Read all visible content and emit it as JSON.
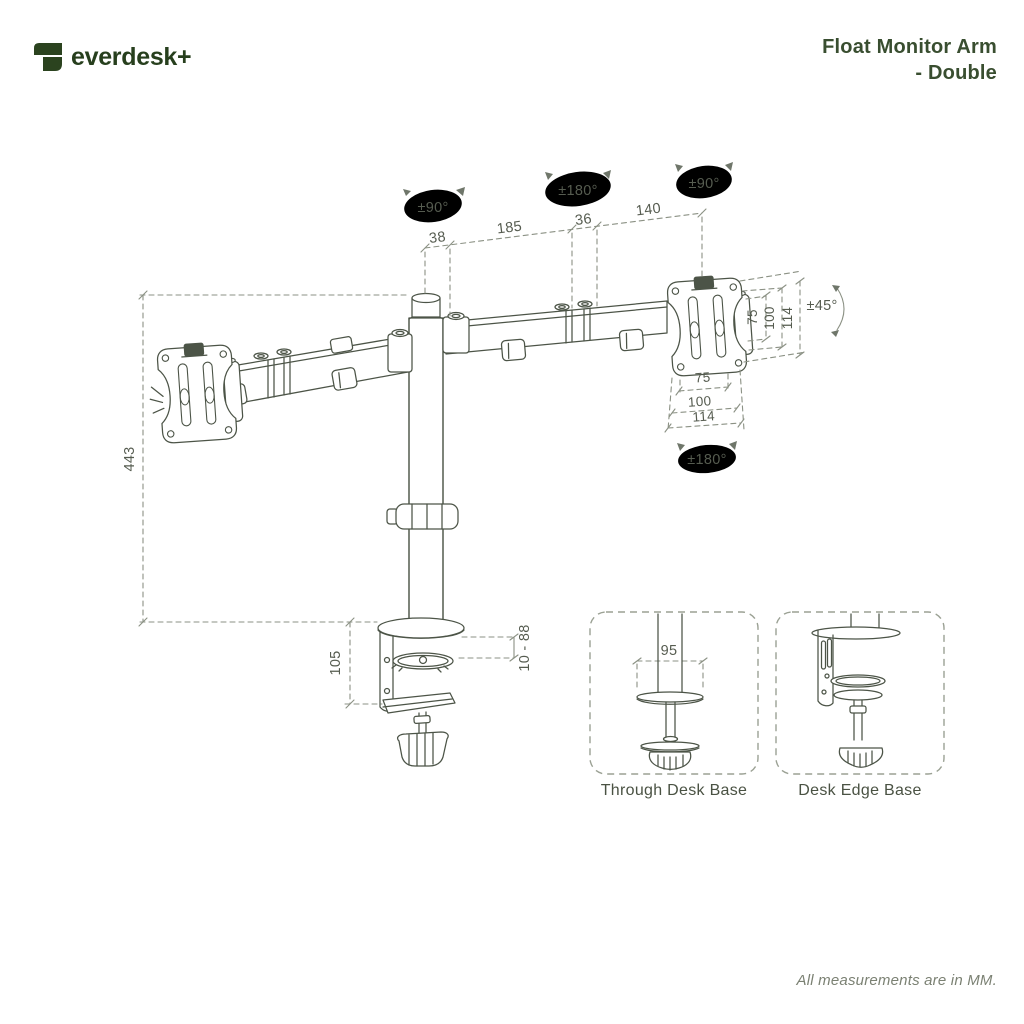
{
  "brand": {
    "name": "everdesk+"
  },
  "header": {
    "title_line1": "Float Monitor Arm",
    "title_line2": "- Double"
  },
  "diagram": {
    "rotation_labels": {
      "pole_swivel": "±90°",
      "elbow_swivel": "±180°",
      "head_swivel": "±90°",
      "tilt": "±45°",
      "vesa_rotation": "±180°"
    },
    "dimensions": {
      "pole_offset": "38",
      "upper_arm": "185",
      "elbow": "36",
      "forearm": "140",
      "vesa_vertical_75": "75",
      "vesa_vertical_100": "100",
      "vesa_vertical_114": "114",
      "vesa_horizontal_75": "75",
      "vesa_horizontal_100": "100",
      "vesa_horizontal_114": "114",
      "pole_height": "443",
      "clamp_height": "105",
      "desk_thickness_range": "10 - 88",
      "grommet_plate": "95"
    },
    "insets": {
      "through_desk": {
        "label": "Through Desk Base"
      },
      "desk_edge": {
        "label": "Desk Edge Base"
      }
    }
  },
  "footer": {
    "note": "All measurements are in MM."
  },
  "colors": {
    "background": "#ffffff",
    "brand_green": "#2b431f",
    "title_green": "#394e30",
    "drawing_line": "#4c5447",
    "dimension_line": "#8b9184",
    "dimension_text": "#565c50",
    "caption_text": "#4a5243"
  }
}
